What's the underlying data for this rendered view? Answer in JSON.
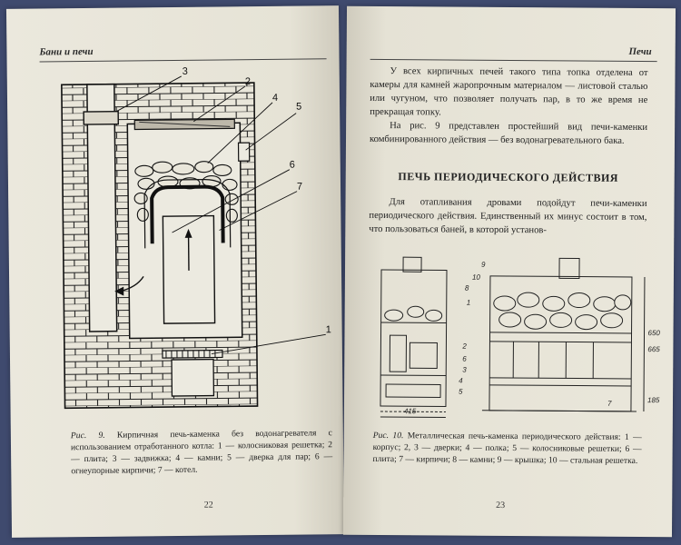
{
  "left_page": {
    "running_head": "Бани и печи",
    "figure_labels": [
      "1",
      "2",
      "3",
      "4",
      "5",
      "6",
      "7"
    ],
    "caption_lead": "Рис. 9.",
    "caption_text": " Кирпичная печь-каменка без водонагревателя с использованием отработанного котла: 1 — колосниковая решетка; 2 — плита; 3 — задвижка; 4 — камни; 5 — дверка для пар; 6 — огнеупорные кирпичи; 7 — котел.",
    "page_number": "22"
  },
  "right_page": {
    "running_head": "Печи",
    "para1": "У всех кирпичных печей такого типа топка отделена от камеры для камней жаропрочным материалом — листовой сталью или чугуном, что позволяет получать пар, в то же время не прекращая топку.",
    "para2": "На рис. 9 представлен простейший вид печи-каменки комбинированного действия — без водонагревательного бака.",
    "section_heading": "ПЕЧЬ ПЕРИОДИЧЕСКОГО ДЕЙСТВИЯ",
    "para3": "Для отапливания дровами подойдут печи-каменки периодического действия. Единственный их минус состоит в том, что пользоваться баней, в которой установ-",
    "figure_labels": [
      "1",
      "2",
      "3",
      "4",
      "5",
      "6",
      "7",
      "8",
      "9",
      "10"
    ],
    "dimensions": [
      "650",
      "415",
      "665",
      "185"
    ],
    "caption_lead": "Рис. 10.",
    "caption_text": " Металлическая печь-каменка периодического действия: 1 — корпус; 2, 3 — дверки; 4 — полка; 5 — колосниковые решетки; 6 — плита; 7 — кирпичи; 8 — камни; 9 — крышка; 10 — стальная решетка.",
    "page_number": "23"
  }
}
